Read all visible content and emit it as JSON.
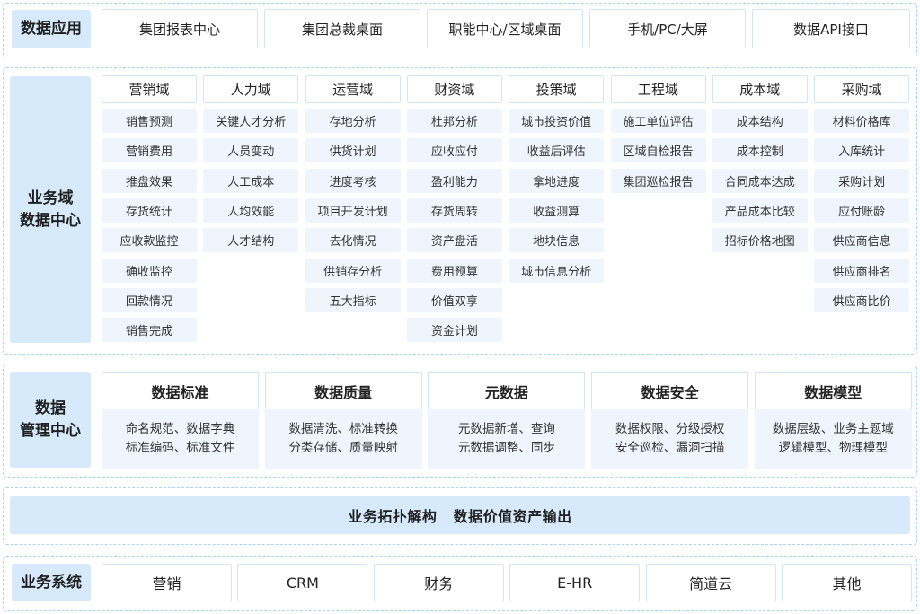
{
  "data_application": {
    "label": "数据应用",
    "items": [
      "集团报表中心",
      "集团总裁桌面",
      "职能中心/区域桌面",
      "手机/PC/大屏",
      "数据API接口"
    ]
  },
  "business_domain": {
    "label_line1": "业务域",
    "label_line2": "数据中心",
    "columns": [
      {
        "title": "营销域",
        "items": [
          "销售预测",
          "营销费用",
          "推盘效果",
          "存货统计",
          "应收款监控",
          "确收监控",
          "回款情况",
          "销售完成"
        ]
      },
      {
        "title": "人力域",
        "items": [
          "关键人才分析",
          "人员变动",
          "人工成本",
          "人均效能",
          "人才结构"
        ]
      },
      {
        "title": "运营域",
        "items": [
          "存地分析",
          "供货计划",
          "进度考核",
          "项目开发计划",
          "去化情况",
          "供销存分析",
          "五大指标"
        ]
      },
      {
        "title": "财资域",
        "items": [
          "杜邦分析",
          "应收应付",
          "盈利能力",
          "存货周转",
          "资产盘活",
          "费用预算",
          "价值双享",
          "资金计划"
        ]
      },
      {
        "title": "投策域",
        "items": [
          "城市投资价值",
          "收益后评估",
          "拿地进度",
          "收益测算",
          "地块信息",
          "城市信息分析"
        ]
      },
      {
        "title": "工程域",
        "items": [
          "施工单位评估",
          "区域自检报告",
          "集团巡检报告"
        ]
      },
      {
        "title": "成本域",
        "items": [
          "成本结构",
          "成本控制",
          "合同成本达成",
          "产品成本比较",
          "招标价格地图"
        ]
      },
      {
        "title": "采购域",
        "items": [
          "材料价格库",
          "入库统计",
          "采购计划",
          "应付账龄",
          "供应商信息",
          "供应商排名",
          "供应商比价"
        ]
      }
    ]
  },
  "data_management": {
    "label_line1": "数据",
    "label_line2": "管理中心",
    "modules": [
      {
        "title": "数据标准",
        "line1": "命名规范、数据字典",
        "line2": "标准编码、标准文件"
      },
      {
        "title": "数据质量",
        "line1": "数据清洗、标准转换",
        "line2": "分类存储、质量映射"
      },
      {
        "title": "元数据",
        "line1": "元数据新增、查询",
        "line2": "元数据调整、同步"
      },
      {
        "title": "数据安全",
        "line1": "数据权限、分级授权",
        "line2": "安全巡检、漏洞扫描"
      },
      {
        "title": "数据模型",
        "line1": "数据层级、业务主题域",
        "line2": "逻辑模型、物理模型"
      }
    ]
  },
  "banner": {
    "text": "业务拓扑解构   数据价值资产输出"
  },
  "business_systems": {
    "label": "业务系统",
    "items": [
      "营销",
      "CRM",
      "财务",
      "E-HR",
      "简道云",
      "其他"
    ]
  }
}
